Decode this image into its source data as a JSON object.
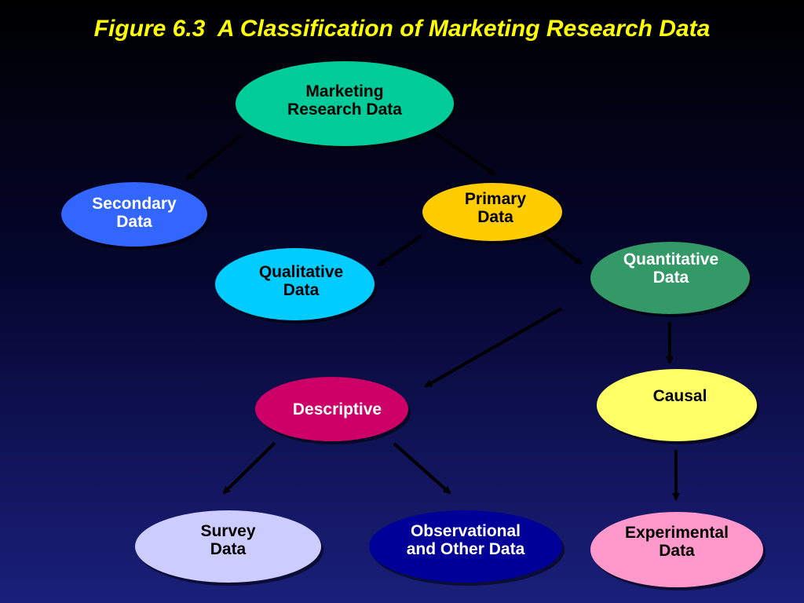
{
  "title": "Figure 6.3  A Classification of Marketing Research Data",
  "nodes": {
    "marketing_research_data": {
      "label": "Marketing\nResearch Data",
      "fill": "#00cc99",
      "text_color": "#000000"
    },
    "secondary_data": {
      "label": "Secondary\nData",
      "fill": "#3366ff",
      "text_color": "#ffffff"
    },
    "primary_data": {
      "label": "Primary\nData",
      "fill": "#ffcc00",
      "text_color": "#000000"
    },
    "qualitative_data": {
      "label": "Qualitative\nData",
      "fill": "#00ccff",
      "text_color": "#000000"
    },
    "quantitative_data": {
      "label": "Quantitative\nData",
      "fill": "#339966",
      "text_color": "#ffffff"
    },
    "descriptive": {
      "label": "Descriptive",
      "fill": "#cc0066",
      "text_color": "#ffffff"
    },
    "causal": {
      "label": "Causal",
      "fill": "#ffff66",
      "text_color": "#000000"
    },
    "survey_data": {
      "label": "Survey\nData",
      "fill": "#ccccff",
      "text_color": "#000000"
    },
    "observational_data": {
      "label": "Observational\nand Other Data",
      "fill": "#000099",
      "text_color": "#ffffff"
    },
    "experimental_data": {
      "label": "Experimental\nData",
      "fill": "#ff99cc",
      "text_color": "#000000"
    }
  },
  "edges": [
    [
      "marketing_research_data",
      "secondary_data"
    ],
    [
      "marketing_research_data",
      "primary_data"
    ],
    [
      "primary_data",
      "qualitative_data"
    ],
    [
      "primary_data",
      "quantitative_data"
    ],
    [
      "quantitative_data",
      "descriptive"
    ],
    [
      "quantitative_data",
      "causal"
    ],
    [
      "descriptive",
      "survey_data"
    ],
    [
      "descriptive",
      "observational_data"
    ],
    [
      "causal",
      "experimental_data"
    ]
  ]
}
